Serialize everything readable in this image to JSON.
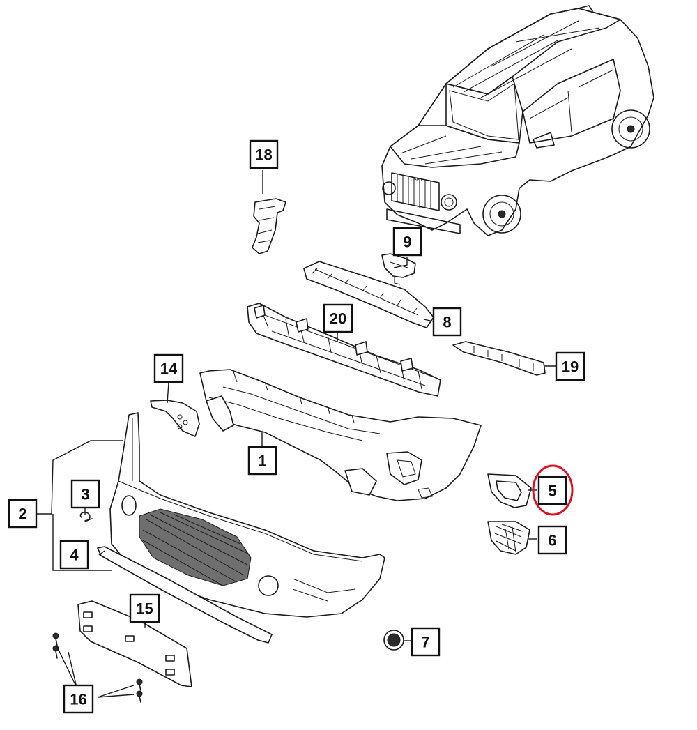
{
  "diagram": {
    "callouts": [
      {
        "id": "c1",
        "label": "1"
      },
      {
        "id": "c2",
        "label": "2"
      },
      {
        "id": "c3",
        "label": "3"
      },
      {
        "id": "c4",
        "label": "4"
      },
      {
        "id": "c5",
        "label": "5"
      },
      {
        "id": "c6",
        "label": "6"
      },
      {
        "id": "c7",
        "label": "7"
      },
      {
        "id": "c8",
        "label": "8"
      },
      {
        "id": "c9",
        "label": "9"
      },
      {
        "id": "c14",
        "label": "14"
      },
      {
        "id": "c15",
        "label": "15"
      },
      {
        "id": "c16",
        "label": "16"
      },
      {
        "id": "c18",
        "label": "18"
      },
      {
        "id": "c19",
        "label": "19"
      },
      {
        "id": "c20",
        "label": "20"
      }
    ],
    "highlighted_callout": "5",
    "highlight_color": "#e01020",
    "line_color": "#1a1a1a"
  }
}
